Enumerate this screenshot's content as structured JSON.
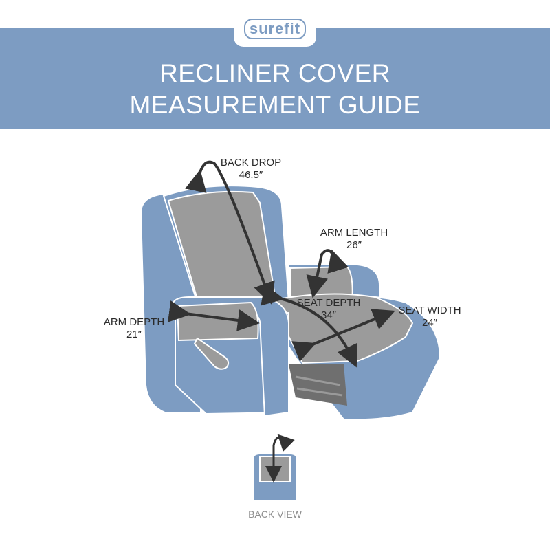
{
  "brand": {
    "logo_text": "surefit"
  },
  "header": {
    "line1": "RECLINER COVER",
    "line2": "MEASUREMENT GUIDE"
  },
  "measurements": {
    "back_drop": {
      "label": "BACK DROP",
      "value": "46.5″"
    },
    "arm_length": {
      "label": "ARM  LENGTH",
      "value": "26″"
    },
    "seat_depth": {
      "label": "SEAT DEPTH",
      "value": "34″"
    },
    "seat_width": {
      "label": "SEAT WIDTH",
      "value": "24″"
    },
    "arm_depth": {
      "label": "ARM DEPTH",
      "value": "21″"
    }
  },
  "back_view": {
    "label": "BACK VIEW"
  },
  "colors": {
    "cover_blue": "#7d9cc2",
    "pad_gray": "#9b9b9b",
    "arrow": "#333333"
  }
}
